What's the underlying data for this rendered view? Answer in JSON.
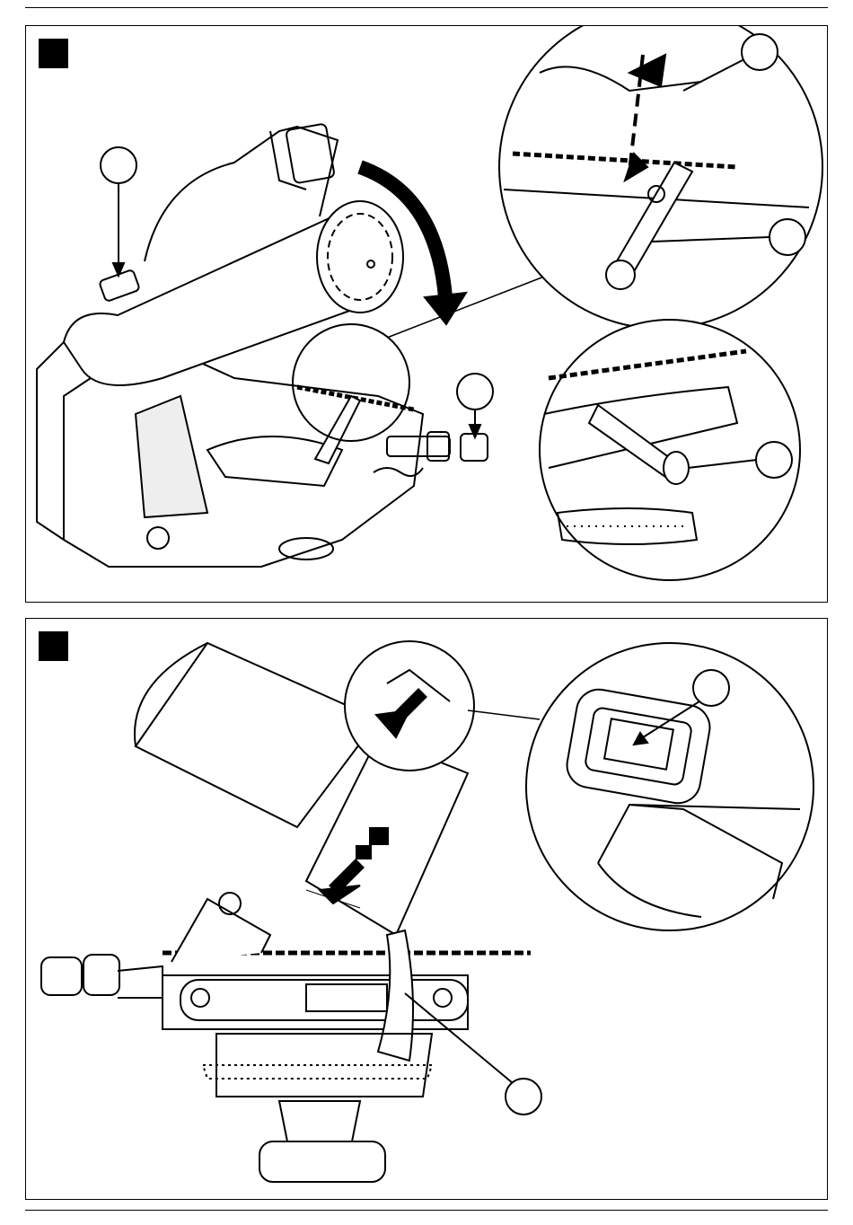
{
  "colors": {
    "line": "#000000",
    "background": "#ffffff"
  },
  "figures": [
    {
      "id": "figure-1",
      "callouts": 5
    },
    {
      "id": "figure-2",
      "callouts": 2
    }
  ]
}
